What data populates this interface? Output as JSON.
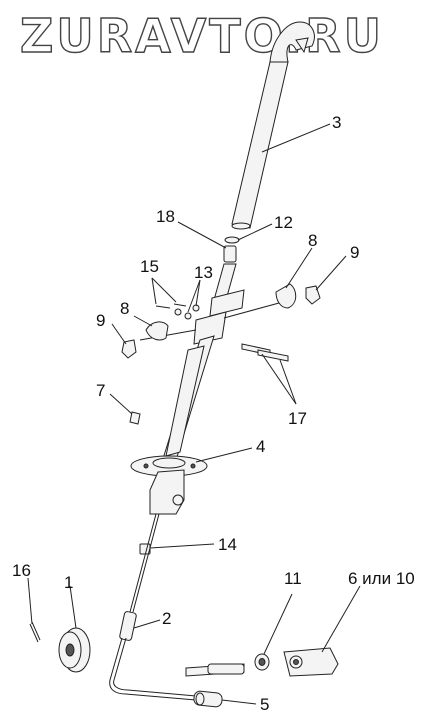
{
  "watermark": {
    "text": "ZURAVTO.RU"
  },
  "callouts": [
    {
      "id": "3",
      "label": "3"
    },
    {
      "id": "18",
      "label": "18"
    },
    {
      "id": "12",
      "label": "12"
    },
    {
      "id": "8a",
      "label": "8"
    },
    {
      "id": "9a",
      "label": "9"
    },
    {
      "id": "15",
      "label": "15"
    },
    {
      "id": "13",
      "label": "13"
    },
    {
      "id": "8b",
      "label": "8"
    },
    {
      "id": "9b",
      "label": "9"
    },
    {
      "id": "7",
      "label": "7"
    },
    {
      "id": "17",
      "label": "17"
    },
    {
      "id": "4",
      "label": "4"
    },
    {
      "id": "14",
      "label": "14"
    },
    {
      "id": "16",
      "label": "16"
    },
    {
      "id": "1",
      "label": "1"
    },
    {
      "id": "2",
      "label": "2"
    },
    {
      "id": "11",
      "label": "11"
    },
    {
      "id": "6",
      "label": "6 или 10"
    },
    {
      "id": "5",
      "label": "5"
    }
  ]
}
